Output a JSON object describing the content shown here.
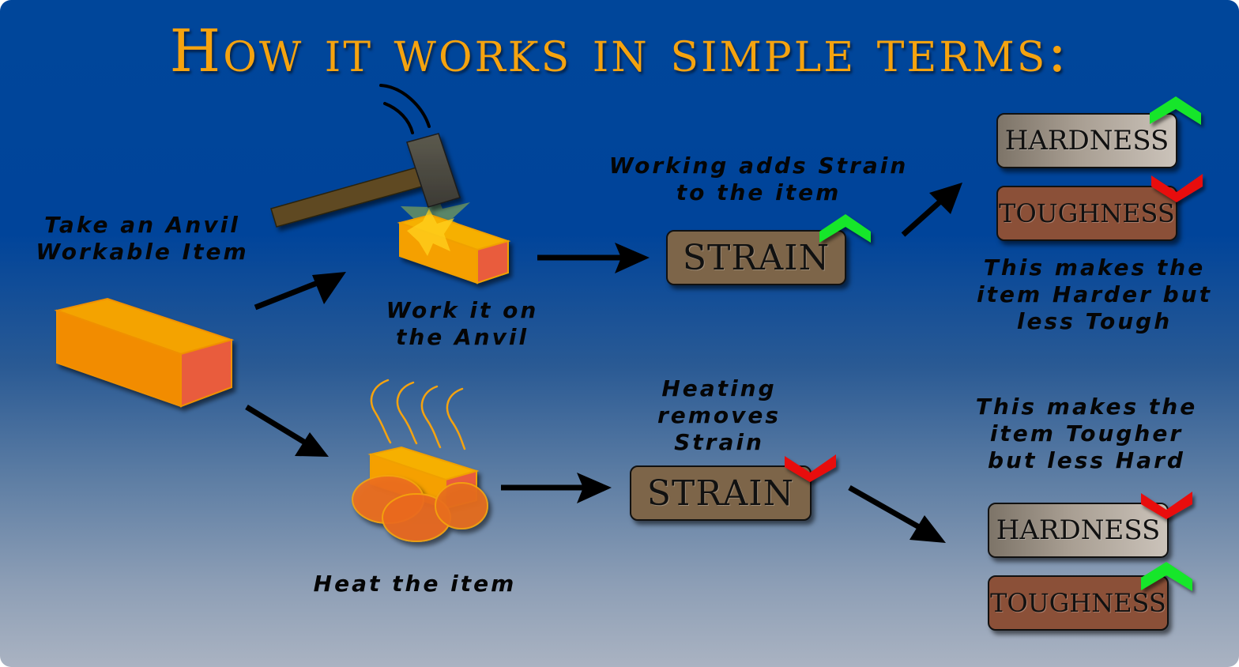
{
  "title": "How it works in simple terms:",
  "notes": {
    "take_item": "Take an Anvil\nWorkable Item",
    "work_anvil": "Work it on\nthe Anvil",
    "working_adds": "Working adds Strain\nto the item",
    "harder_result": "This makes the\nitem Harder but\nless Tough",
    "heat_item": "Heat the item",
    "heating_removes": "Heating\nremoves\nStrain",
    "tougher_result": "This makes the\nitem Tougher\nbut less Hard"
  },
  "top_branch": {
    "strain": {
      "label": "STRAIN",
      "change": "up"
    },
    "hardness": {
      "label": "HARDNESS",
      "change": "up"
    },
    "toughness": {
      "label": "TOUGHNESS",
      "change": "down"
    }
  },
  "bottom_branch": {
    "strain": {
      "label": "STRAIN",
      "change": "down"
    },
    "hardness": {
      "label": "HARDNESS",
      "change": "down"
    },
    "toughness": {
      "label": "TOUGHNESS",
      "change": "up"
    }
  },
  "colors": {
    "title": "#f5a30f",
    "up_indicator": "#16e62a",
    "down_indicator": "#e80a0a",
    "strain_box": "#7d6549",
    "toughness_box": "#8b5038",
    "ingot_top": "#f4a300",
    "ingot_front": "#f28c00",
    "ingot_end": "#e95c3c"
  },
  "icons": [
    "ingot-icon",
    "hammer-icon",
    "spark-icon",
    "heat-waves-icon",
    "coals-icon",
    "arrow-icon",
    "up-chevron-icon",
    "down-chevron-icon"
  ]
}
